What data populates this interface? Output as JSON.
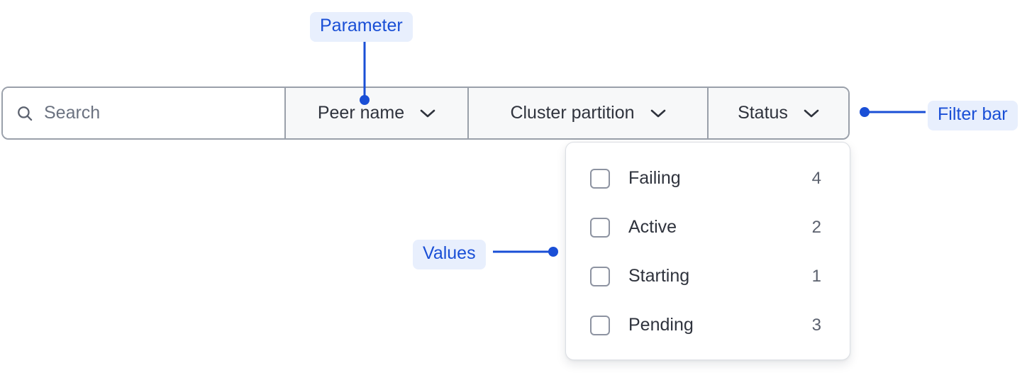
{
  "filter_bar": {
    "search": {
      "icon": "search-icon",
      "placeholder": "Search",
      "value": ""
    },
    "dropdowns": [
      {
        "label": "Peer name",
        "icon": "chevron-down-icon"
      },
      {
        "label": "Cluster partition",
        "icon": "chevron-down-icon"
      },
      {
        "label": "Status",
        "icon": "chevron-down-icon"
      }
    ]
  },
  "dropdown_panel": {
    "open_for": "Status",
    "options": [
      {
        "label": "Failing",
        "count": "4",
        "checked": false
      },
      {
        "label": "Active",
        "count": "2",
        "checked": false
      },
      {
        "label": "Starting",
        "count": "1",
        "checked": false
      },
      {
        "label": "Pending",
        "count": "3",
        "checked": false
      }
    ]
  },
  "annotations": [
    {
      "id": "parameter",
      "label": "Parameter"
    },
    {
      "id": "filter-bar",
      "label": "Filter bar"
    },
    {
      "id": "values",
      "label": "Values"
    }
  ],
  "colors": {
    "annotation_text": "#1a4fd6",
    "annotation_bg": "#e8effd",
    "bar_border": "#9aa0aa",
    "bar_fill": "#f7f8f9",
    "text_primary": "#2f333d",
    "text_muted": "#5b616e"
  }
}
